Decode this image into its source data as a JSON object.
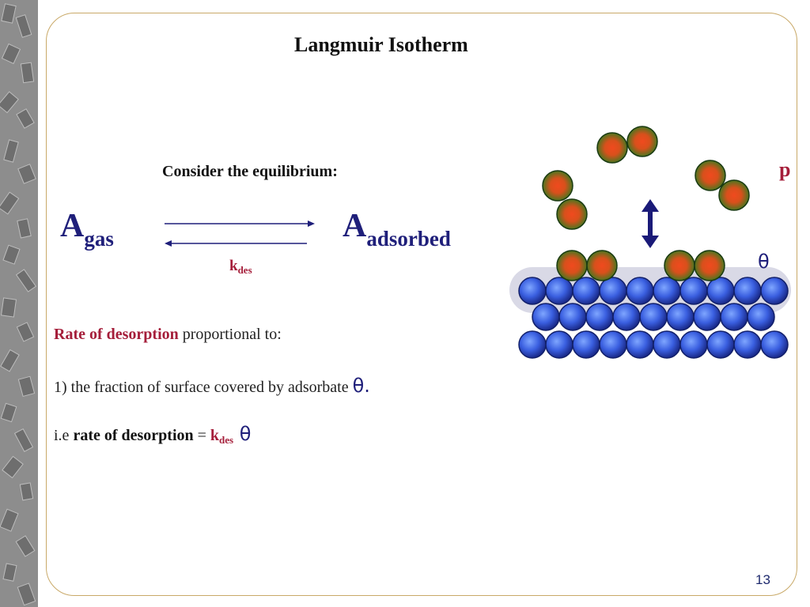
{
  "slide": {
    "title": "Langmuir Isotherm",
    "consider": "Consider the equilibrium:",
    "reaction": {
      "reactant_main": "A",
      "reactant_sub": "gas",
      "product_main": "A",
      "product_sub": "adsorbed",
      "rate_const_main": "k",
      "rate_const_sub": "des"
    },
    "rate_line": {
      "highlight": "Rate of desorption",
      "rest": " proportional to:"
    },
    "item1": {
      "text": "1)  the fraction of surface covered by adsorbate ",
      "symbol": "θ."
    },
    "item2": {
      "prefix": "i.e ",
      "bold": "rate of desorption",
      "equals": " = ",
      "k_main": "k",
      "k_sub": "des",
      "symbol": " θ"
    },
    "diagram": {
      "pressure_label": "p",
      "coverage_label": "θ"
    },
    "page_number": "13"
  },
  "colors": {
    "frame": "#c9a968",
    "accent_red": "#a51e3a",
    "species_navy": "#1f1f7a",
    "adsorbate_outer": "#2f7d1f",
    "adsorbate_inner": "#e0461f",
    "surface_blue": "#3a5fe0"
  }
}
